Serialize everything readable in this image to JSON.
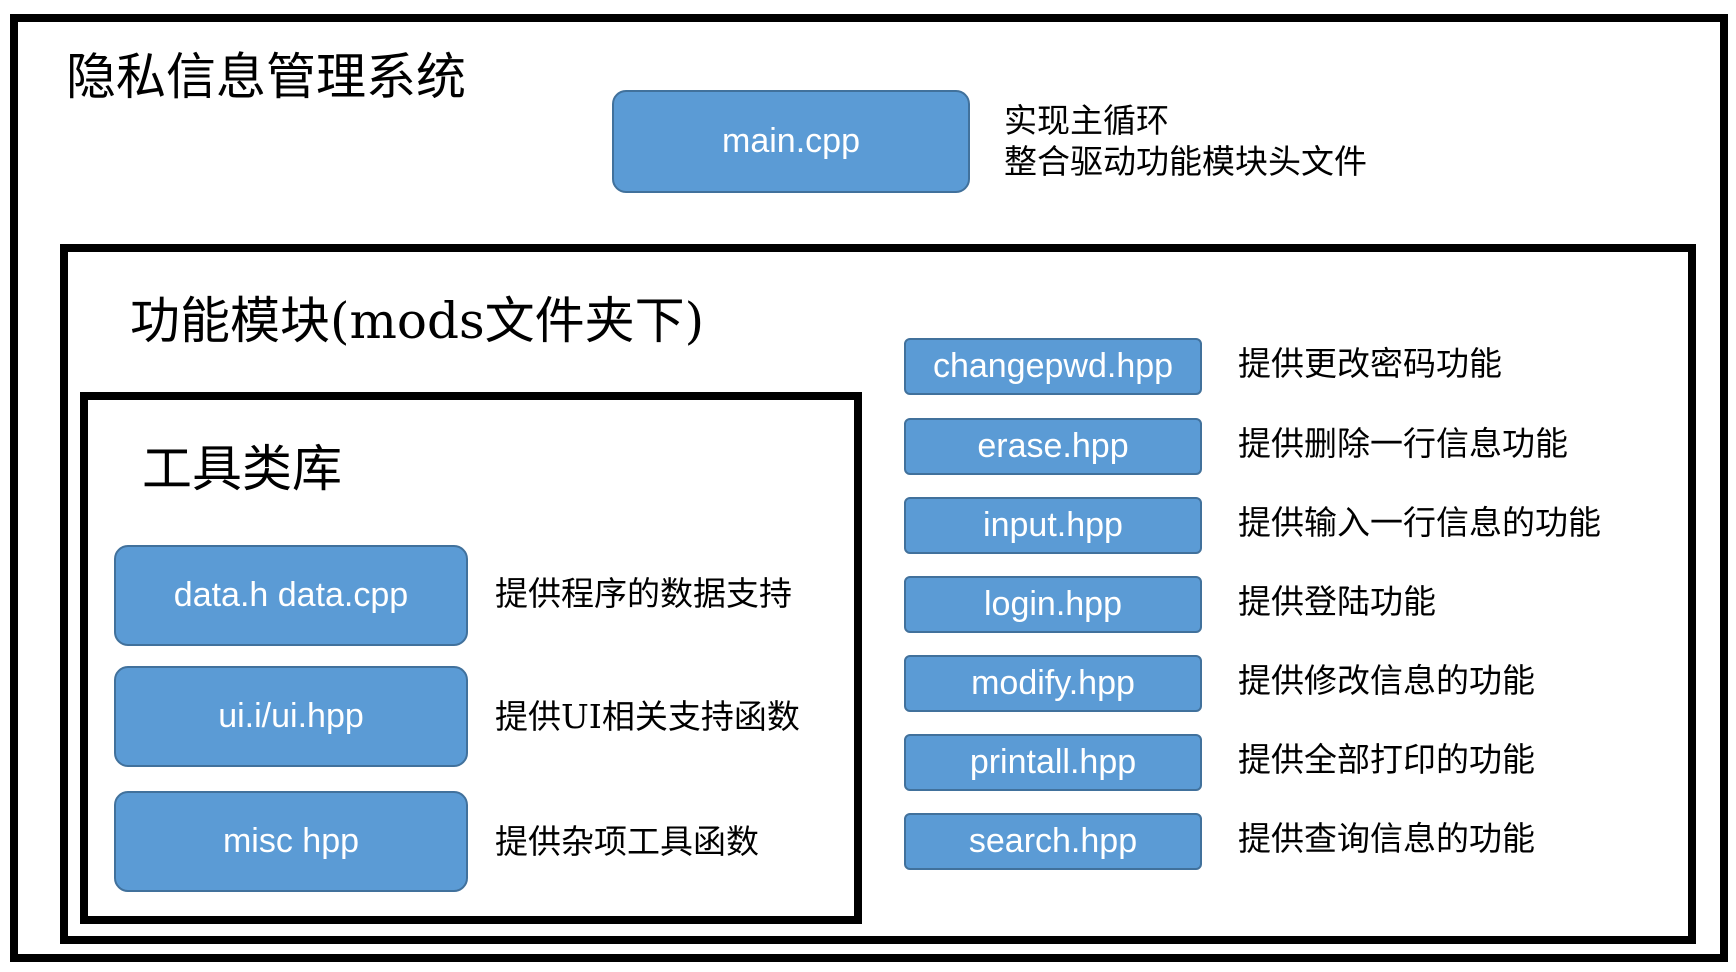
{
  "system": {
    "title": "隐私信息管理系统",
    "main_file": "main.cpp",
    "main_desc": [
      "实现主循环",
      "整合驱动功能模块头文件"
    ]
  },
  "modules": {
    "title": "功能模块(mods文件夹下)",
    "items": [
      {
        "file": "changepwd.hpp",
        "desc": "提供更改密码功能"
      },
      {
        "file": "erase.hpp",
        "desc": "提供删除一行信息功能"
      },
      {
        "file": "input.hpp",
        "desc": "提供输入一行信息的功能"
      },
      {
        "file": "login.hpp",
        "desc": "提供登陆功能"
      },
      {
        "file": "modify.hpp",
        "desc": "提供修改信息的功能"
      },
      {
        "file": "printall.hpp",
        "desc": "提供全部打印的功能"
      },
      {
        "file": "search.hpp",
        "desc": "提供查询信息的功能"
      }
    ]
  },
  "tools": {
    "title": "工具类库",
    "items": [
      {
        "file": "data.h data.cpp",
        "desc": "提供程序的数据支持"
      },
      {
        "file": "ui.i/ui.hpp",
        "desc": "提供UI相关支持函数"
      },
      {
        "file": "misc hpp",
        "desc": "提供杂项工具函数"
      }
    ]
  },
  "colors": {
    "node_fill": "#5b9bd5",
    "node_border": "#41719c",
    "frame": "#000000"
  }
}
